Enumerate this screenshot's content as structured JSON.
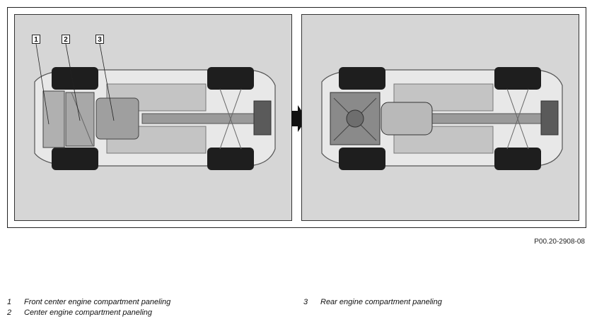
{
  "figure": {
    "reference": "P00.20-2908-08",
    "callouts": [
      "1",
      "2",
      "3"
    ]
  },
  "legend": [
    {
      "number": "1",
      "text": "Front center engine compartment paneling"
    },
    {
      "number": "2",
      "text": "Center engine compartment paneling"
    },
    {
      "number": "3",
      "text": "Rear engine compartment paneling"
    }
  ],
  "icons": {
    "transition": "arrow-right-icon",
    "before_view": "vehicle-underbody-with-paneling",
    "after_view": "vehicle-underbody-without-paneling"
  }
}
